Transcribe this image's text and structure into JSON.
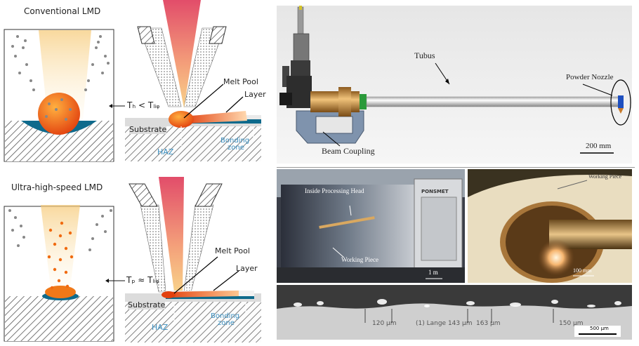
{
  "colors": {
    "hatch": "#555555",
    "substrate_bg": "#d9d9d9",
    "melt_dark": "#e23a10",
    "melt_light": "#ff9a2a",
    "bonding": "#0e6a8c",
    "beam_top": "#e0506a",
    "beam_bottom": "#f6c060",
    "powder": "#888888",
    "powder_hot": "#f06a10",
    "nozzle_blue": "#1e4fbf",
    "copper": "#c78a3a"
  },
  "top_left": {
    "title": "Conventional LMD",
    "temp_label": "Tₕ < Tₗᵢᵩ",
    "melt_pool": "Melt Pool",
    "layer": "Layer",
    "substrate": "Substrate",
    "haz": "HAZ",
    "bonding": "Bonding",
    "bonding2": "zone"
  },
  "bottom_left": {
    "title": "Ultra-high-speed LMD",
    "temp_label": "Tₚ ≈ Tₗᵢᵩ",
    "melt_pool": "Melt Pool",
    "layer": "Layer",
    "substrate": "Substrate",
    "haz": "HAZ",
    "bonding": "Bonding",
    "bonding2": "zone"
  },
  "cad": {
    "tubus": "Tubus",
    "powder_nozzle": "Powder Nozzle",
    "beam_coupling": "Beam Coupling",
    "scale": "200 mm"
  },
  "photo_machine": {
    "inside_head": "Inside Processing Head",
    "working_piece": "Working Piece",
    "brand": "PONSMET",
    "scale": "1 m"
  },
  "photo_tube": {
    "working_piece": "Working Piece",
    "scale": "100 mm"
  },
  "micro": {
    "m1": "120 μm",
    "m2": "(1) Lange 143 μm",
    "m3": "163 μm",
    "m4": "150 μm",
    "scale": "500 μm"
  }
}
